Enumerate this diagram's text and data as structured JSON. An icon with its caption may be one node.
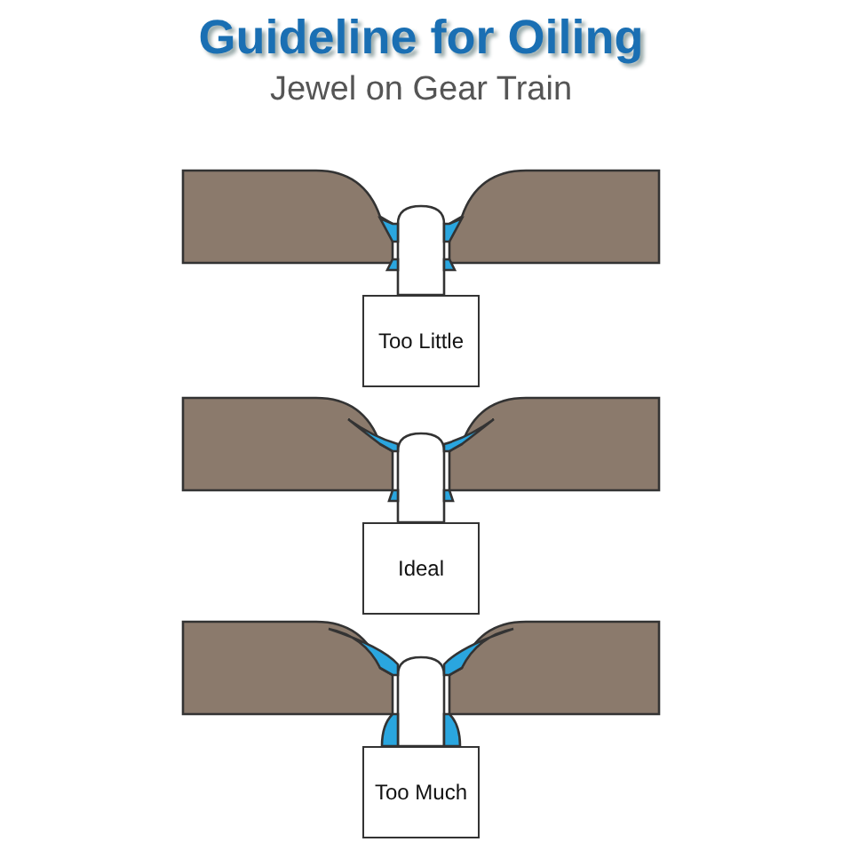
{
  "diagram": {
    "title": "Guideline for Oiling",
    "nodes": [
      {
        "text": [
          "Too Little"
        ]
      },
      {
        "text": [
          "Ideal"
        ]
      },
      {
        "text": [
          "Too Much"
        ]
      }
    ],
    "labels": [
      "Jewel on Gear Train"
    ]
  }
}
